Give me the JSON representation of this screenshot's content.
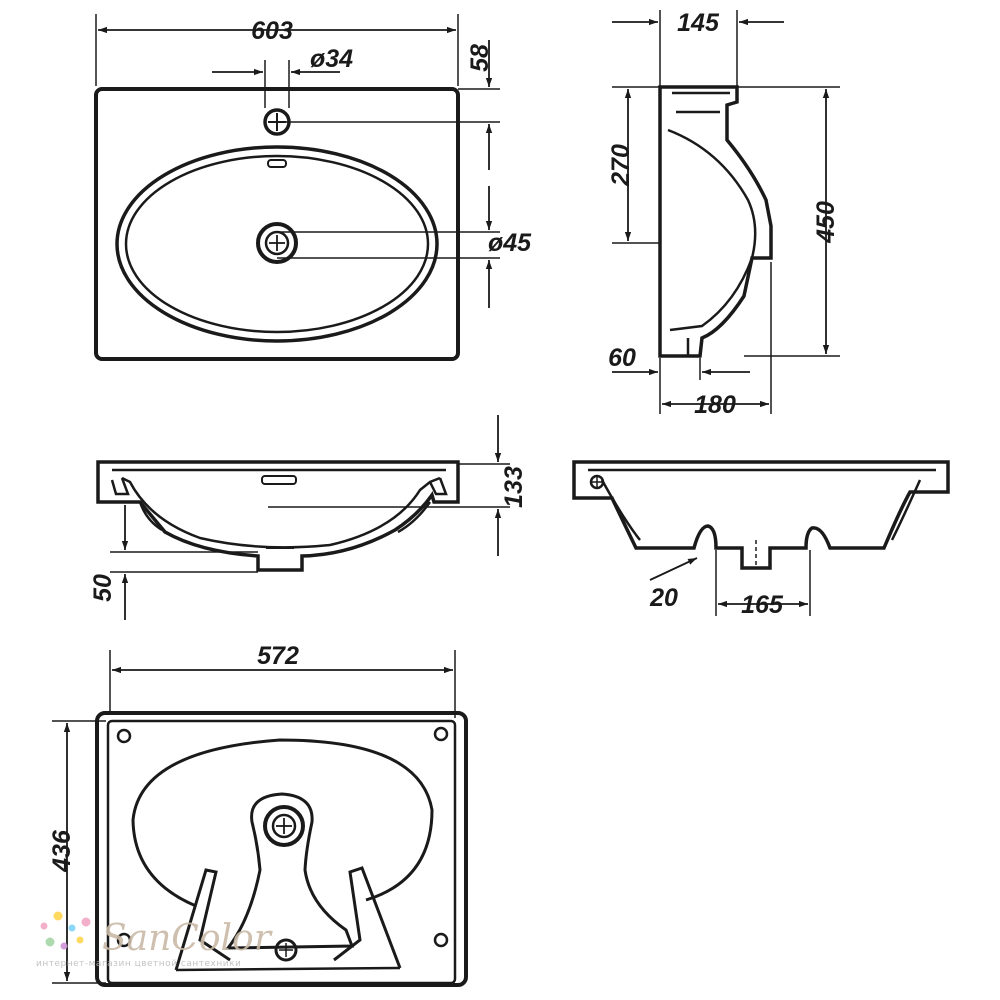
{
  "dimensions": {
    "top_view": {
      "width": "603",
      "tap_hole": "ø34",
      "edge_to_tap": "58",
      "drain": "ø45"
    },
    "side_view": {
      "depth": "145",
      "upper_height": "270",
      "total_height": "450",
      "bottom": "60",
      "projection": "180"
    },
    "front_section": {
      "bowl_depth": "133",
      "drain_drop": "50"
    },
    "side_section": {
      "offset": "20",
      "spacing": "165"
    },
    "bottom_view": {
      "width": "572",
      "height": "436"
    }
  },
  "watermark": {
    "brand": "SanColor",
    "tagline": "интернет-магазин цветной сантехники",
    "dot_colors": [
      "#f2a7c4",
      "#ffd54f",
      "#81d4fa",
      "#a5d6a7",
      "#ce93d8"
    ]
  },
  "colors": {
    "line": "#1a1a1a",
    "background": "#ffffff"
  }
}
